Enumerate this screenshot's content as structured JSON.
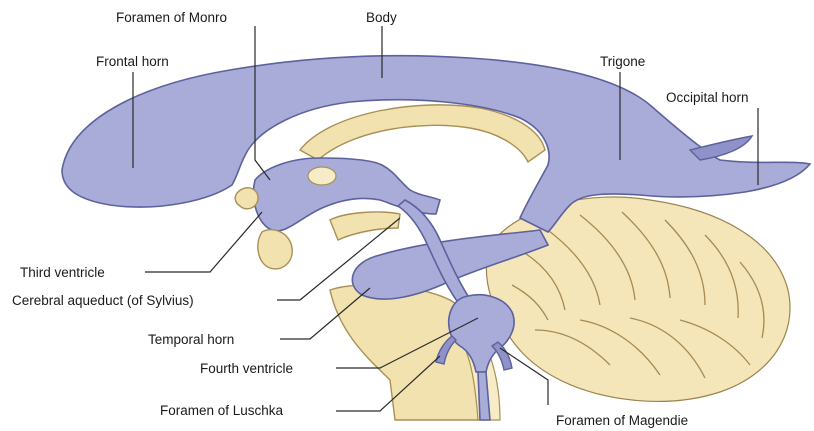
{
  "labels": {
    "foramen_of_monro": "Foramen of Monro",
    "body": "Body",
    "frontal_horn": "Frontal horn",
    "trigone": "Trigone",
    "occipital_horn": "Occipital horn",
    "third_ventricle": "Third ventricle",
    "cerebral_aqueduct": "Cerebral aqueduct (of Sylvius)",
    "temporal_horn": "Temporal horn",
    "fourth_ventricle": "Fourth ventricle",
    "foramen_of_luschka": "Foramen of Luschka",
    "foramen_of_magendie": "Foramen of Magendie"
  },
  "colors": {
    "ventricle": "#a9acd8",
    "ventricle_outline": "#5d619c",
    "brain_tissue": "#f1e2b0",
    "tissue_outline": "#a89055",
    "leader_line": "#2a2a2a"
  }
}
